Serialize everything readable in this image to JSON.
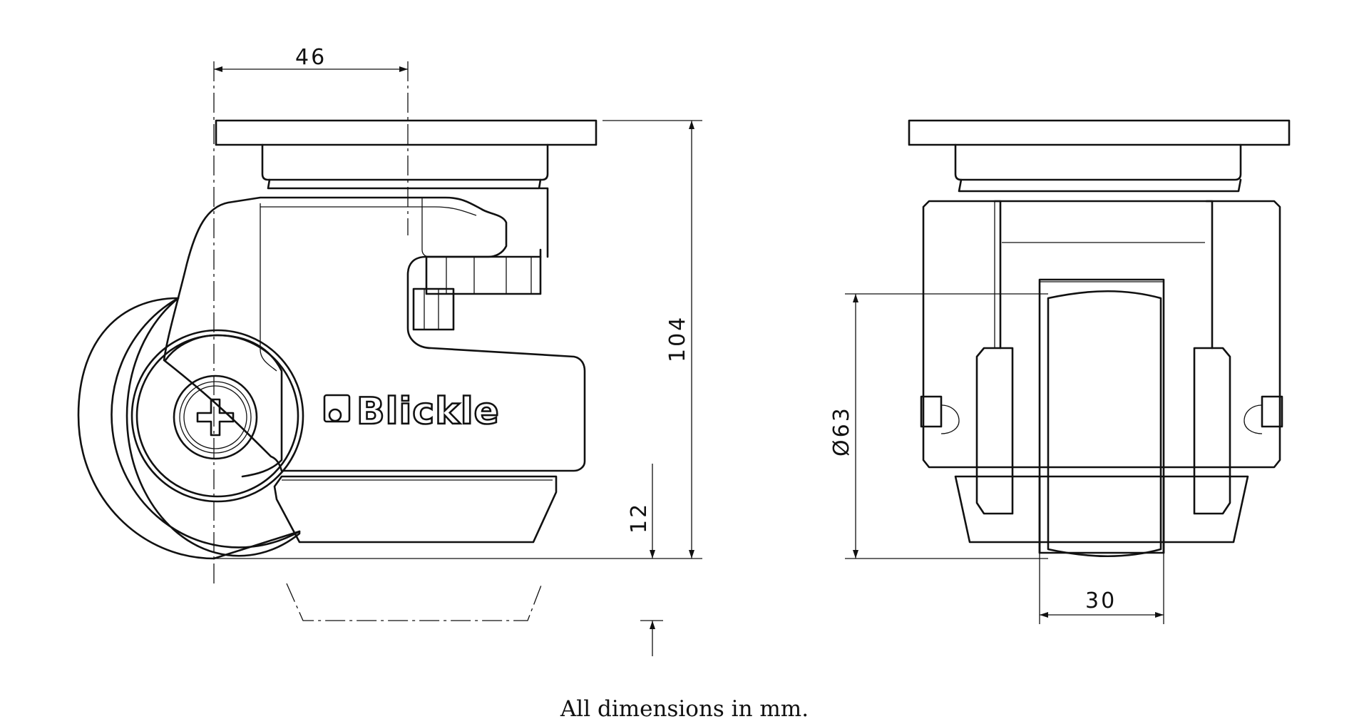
{
  "drawing": {
    "brand_logo_text": "Blickle",
    "dimensions": {
      "width_offset": "46",
      "total_height": "104",
      "stroke": "12",
      "wheel_diameter": "Ø63",
      "wheel_width": "30"
    },
    "footer_note": "All dimensions in mm."
  }
}
